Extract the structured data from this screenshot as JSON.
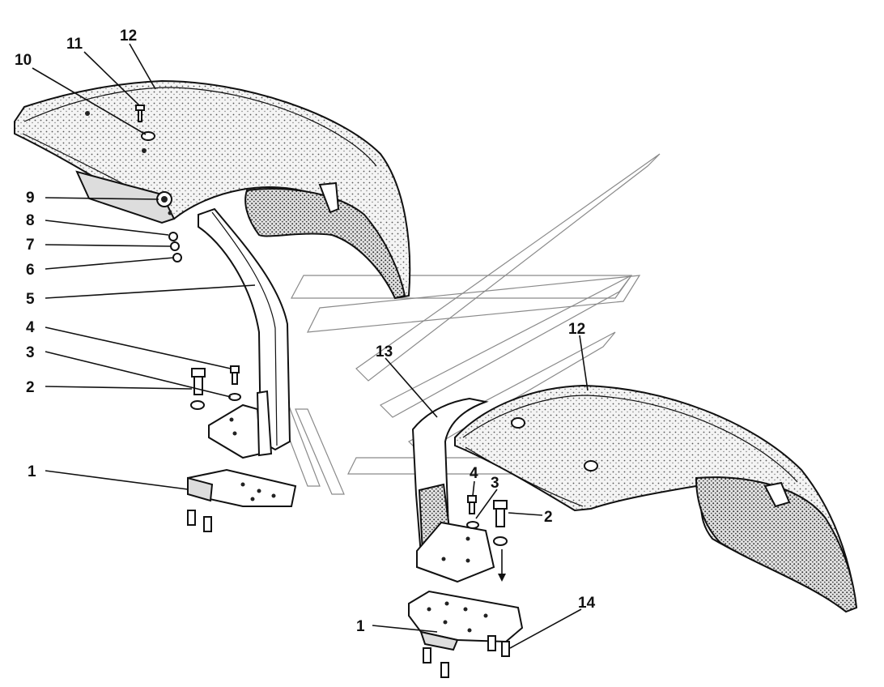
{
  "diagram": {
    "callouts": [
      {
        "id": "c-12-left",
        "text": "12"
      },
      {
        "id": "c-11",
        "text": "11"
      },
      {
        "id": "c-10",
        "text": "10"
      },
      {
        "id": "c-9",
        "text": "9"
      },
      {
        "id": "c-8",
        "text": "8"
      },
      {
        "id": "c-7",
        "text": "7"
      },
      {
        "id": "c-6",
        "text": "6"
      },
      {
        "id": "c-5",
        "text": "5"
      },
      {
        "id": "c-4-left",
        "text": "4"
      },
      {
        "id": "c-3-left",
        "text": "3"
      },
      {
        "id": "c-2-left",
        "text": "2"
      },
      {
        "id": "c-1-left",
        "text": "1"
      },
      {
        "id": "c-13",
        "text": "13"
      },
      {
        "id": "c-12-right",
        "text": "12"
      },
      {
        "id": "c-4-right",
        "text": "4"
      },
      {
        "id": "c-3-right",
        "text": "3"
      },
      {
        "id": "c-2-right",
        "text": "2"
      },
      {
        "id": "c-14",
        "text": "14"
      },
      {
        "id": "c-1-right",
        "text": "1"
      }
    ]
  }
}
